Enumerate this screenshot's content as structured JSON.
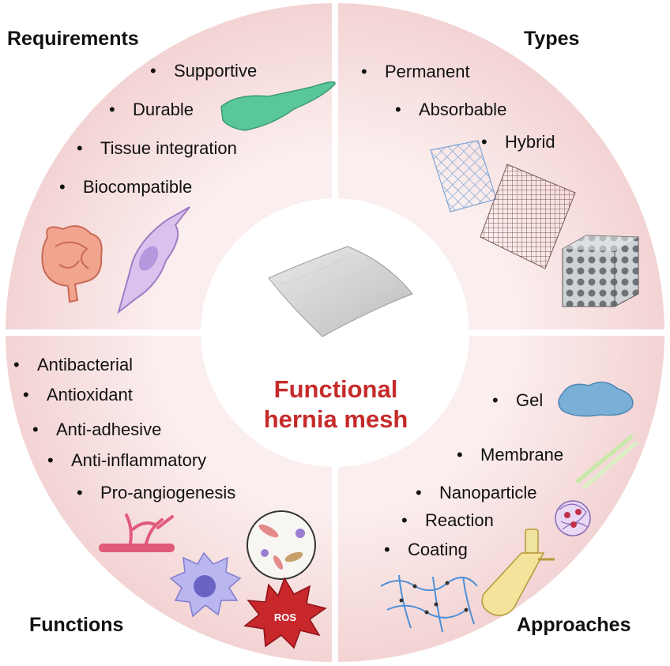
{
  "center": {
    "line1": "Functional",
    "line2": "hernia mesh"
  },
  "quadrants": {
    "requirements": {
      "title": "Requirements",
      "items": [
        "Supportive",
        "Durable",
        "Tissue integration",
        "Biocompatible"
      ]
    },
    "types": {
      "title": "Types",
      "items": [
        "Permanent",
        "Absorbable",
        "Hybrid"
      ]
    },
    "functions": {
      "title": "Functions",
      "items": [
        "Antibacterial",
        "Antioxidant",
        "Anti-adhesive",
        "Anti-inflammatory",
        "Pro-angiogenesis"
      ]
    },
    "approaches": {
      "title": "Approaches",
      "items": [
        "Gel",
        "Membrane",
        "Nanoparticle",
        "Reaction",
        "Coating"
      ]
    }
  },
  "ros_label": "ROS",
  "colors": {
    "ring": "#f5dcdc",
    "center_text": "#c62b2b",
    "hand": "#5ac79a",
    "cell": "#d9c3ee",
    "ros": "#c8272c"
  }
}
